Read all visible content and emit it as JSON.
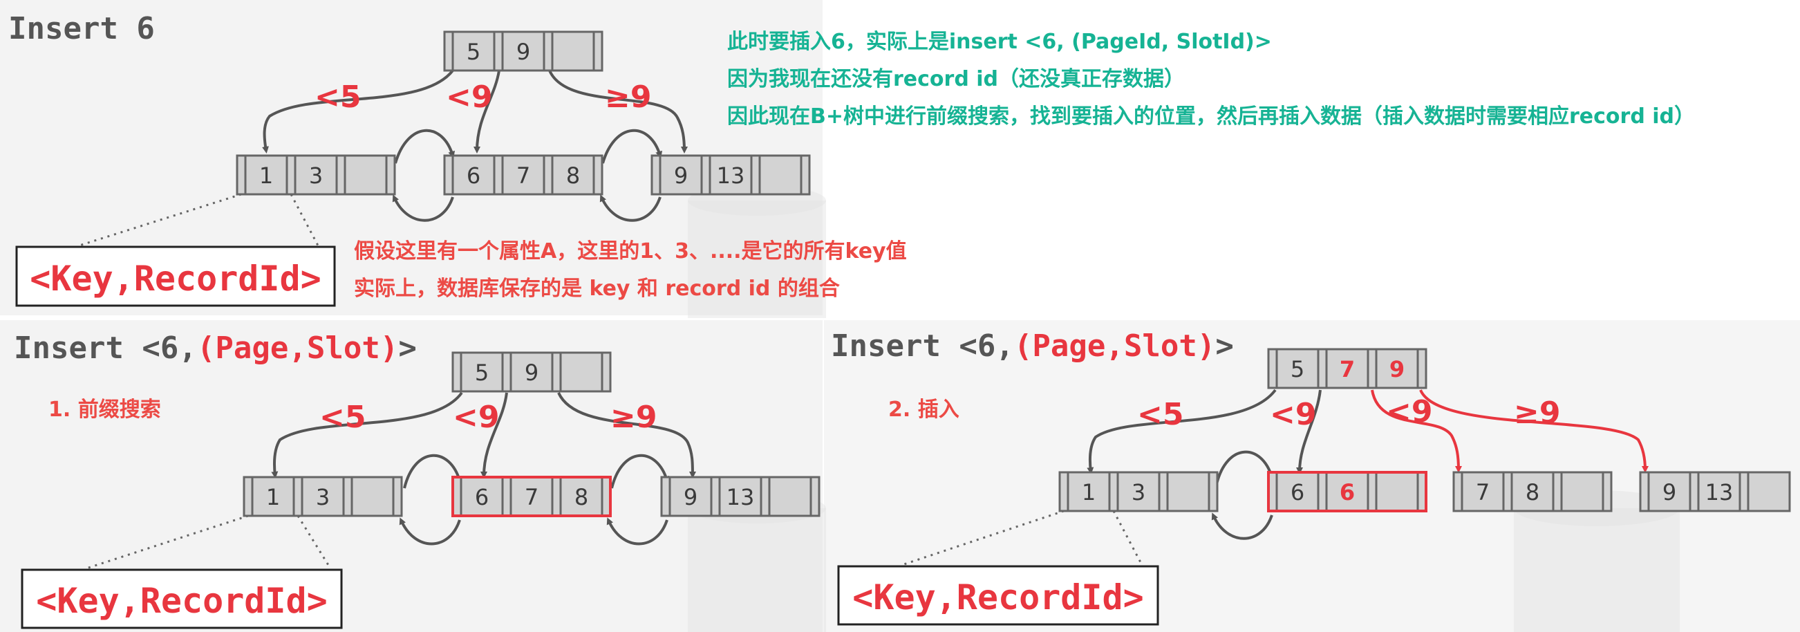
{
  "top": {
    "title": "Insert 6",
    "notes_green": [
      "此时要插入6，实际上是insert <6, (PageId, SlotId)>",
      "因为我现在还没有record id（还没真正存数据）",
      "因此现在B+树中进行前缀搜索，找到要插入的位置，然后再插入数据（插入数据时需要相应record id）"
    ],
    "notes_red": [
      "假设这里有一个属性A，这里的1、3、....是它的所有key值",
      "实际上，数据库保存的是 key 和 record id 的组合"
    ],
    "record_label": "<Key,RecordId>",
    "edge_labels": [
      "<5",
      "<9",
      "≥9"
    ],
    "root": [
      "5",
      "9",
      ""
    ],
    "leaves": [
      [
        "1",
        "3",
        ""
      ],
      [
        "6",
        "7",
        "8"
      ],
      [
        "9",
        "13",
        ""
      ]
    ]
  },
  "bottom_left": {
    "title_prefix": "Insert <6,",
    "title_highlight": "(Page,Slot)",
    "title_suffix": ">",
    "step": "1. 前缀搜索",
    "record_label": "<Key,RecordId>",
    "edge_labels": [
      "<5",
      "<9",
      "≥9"
    ],
    "root": [
      "5",
      "9",
      ""
    ],
    "leaves": [
      [
        "1",
        "3",
        ""
      ],
      [
        "6",
        "7",
        "8"
      ],
      [
        "9",
        "13",
        ""
      ]
    ]
  },
  "bottom_right": {
    "title_prefix": "Insert <6,",
    "title_highlight": "(Page,Slot)",
    "title_suffix": ">",
    "step": "2. 插入",
    "record_label": "<Key,RecordId>",
    "edge_labels": [
      "<5",
      "<9",
      "<9",
      "≥9"
    ],
    "root": [
      "5",
      "7",
      "9"
    ],
    "leaves": [
      [
        "1",
        "3",
        ""
      ],
      [
        "6",
        "6",
        ""
      ],
      [
        "7",
        "8",
        ""
      ],
      [
        "9",
        "13",
        ""
      ]
    ]
  },
  "colors": {
    "accent_red": "#e8363f",
    "note_green": "#16b394",
    "note_red": "#ec4a45",
    "node_fill": "#d3d3d3"
  }
}
